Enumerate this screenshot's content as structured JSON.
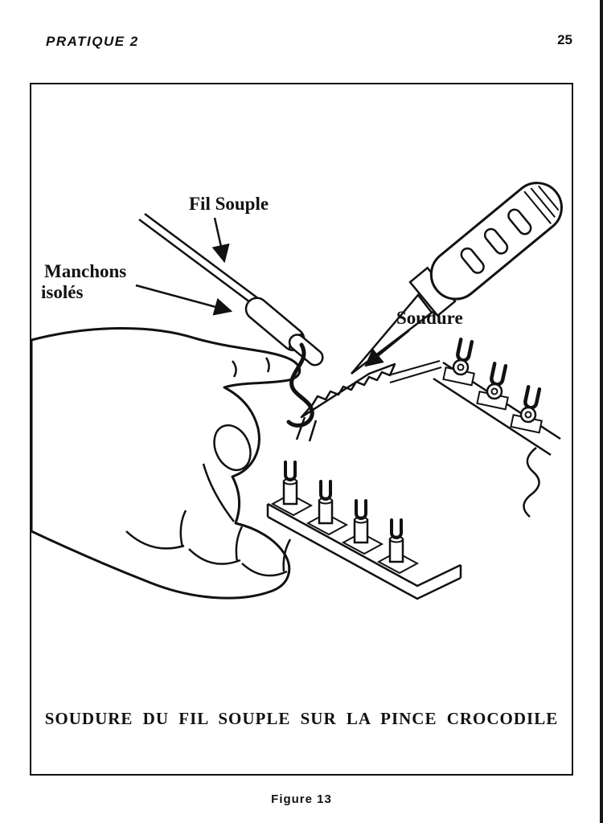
{
  "page": {
    "running_header": "PRATIQUE 2",
    "page_number": "25",
    "figure_number": "Figure 13"
  },
  "figure": {
    "caption": "SOUDURE DU FIL SOUPLE SUR LA PINCE CROCODILE",
    "labels": {
      "fil_souple": "Fil Souple",
      "manchons_line1": "Manchons",
      "manchons_line2": "isolés",
      "soudure": "Soudure"
    }
  }
}
